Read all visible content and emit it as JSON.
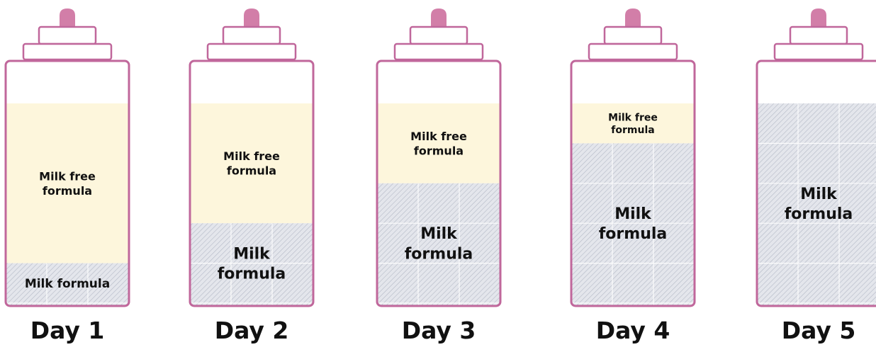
{
  "colors": {
    "outline": "#c0679b",
    "nipple": "#d27ea8",
    "milk_free_fill": "#fdf6dc",
    "milk_fill": "#e4e6ec",
    "hatch": "#b4b9c6",
    "grid": "#ffffff",
    "day_text": "#111111"
  },
  "bottles": [
    {
      "day": "Day 1",
      "milk_free_label": [
        "Milk free",
        "formula"
      ],
      "milk_label": [
        "Milk formula"
      ],
      "milk_fraction": 0.2,
      "milk_free_fraction": 0.8
    },
    {
      "day": "Day 2",
      "milk_free_label": [
        "Milk free",
        "formula"
      ],
      "milk_label": [
        "Milk",
        "formula"
      ],
      "milk_fraction": 0.4,
      "milk_free_fraction": 0.6
    },
    {
      "day": "Day 3",
      "milk_free_label": [
        "Milk free",
        "formula"
      ],
      "milk_label": [
        "Milk",
        "formula"
      ],
      "milk_fraction": 0.6,
      "milk_free_fraction": 0.4
    },
    {
      "day": "Day 4",
      "milk_free_label": [
        "Milk free",
        "formula"
      ],
      "milk_label": [
        "Milk",
        "formula"
      ],
      "milk_fraction": 0.8,
      "milk_free_fraction": 0.2
    },
    {
      "day": "Day 5",
      "milk_free_label": [],
      "milk_label": [
        "Milk",
        "formula"
      ],
      "milk_fraction": 1.0,
      "milk_free_fraction": 0.0
    }
  ]
}
